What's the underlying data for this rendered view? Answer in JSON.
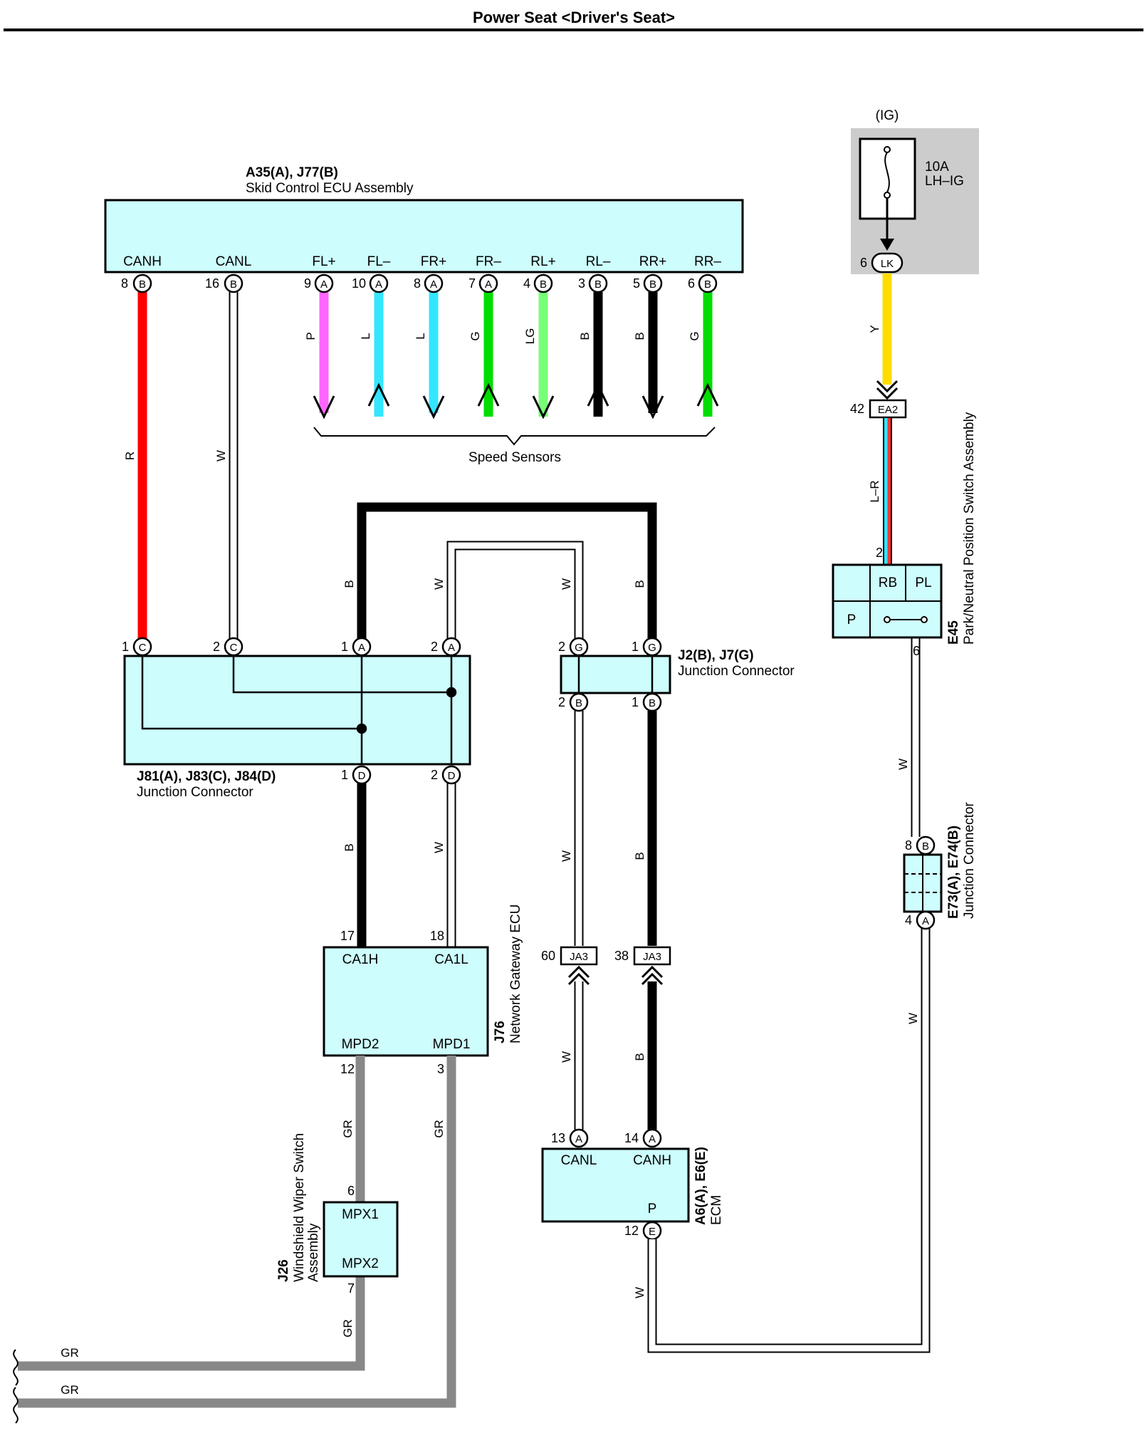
{
  "title": "Power Seat <Driver's Seat>",
  "components": {
    "skid_ecu": {
      "code": "A35(A), J77(B)",
      "name": "Skid Control ECU Assembly",
      "pins": [
        "CANH",
        "CANL",
        "FL+",
        "FL–",
        "FR+",
        "FR–",
        "RL+",
        "RL–",
        "RR+",
        "RR–"
      ],
      "pin_numbers": [
        "8",
        "16",
        "9",
        "10",
        "8",
        "7",
        "4",
        "3",
        "5",
        "6"
      ],
      "pin_connectors": [
        "B",
        "B",
        "A",
        "A",
        "A",
        "A",
        "B",
        "B",
        "B",
        "B"
      ]
    },
    "speed_sensors": "Speed Sensors",
    "fuse": {
      "supply": "(IG)",
      "rating": "10A",
      "name": "LH–IG",
      "pin": "6",
      "connector": "LK"
    },
    "ea2": {
      "pin": "42",
      "connector": "EA2"
    },
    "pnp_switch": {
      "code": "E45",
      "name": "Park/Neutral Position Switch Assembly",
      "rb": "RB",
      "pl": "PL",
      "p": "P",
      "pin_top": "2",
      "pin_bottom": "6"
    },
    "junction_j81": {
      "code": "J81(A), J83(C), J84(D)",
      "name": "Junction Connector",
      "top_pins": [
        "1",
        "2",
        "1",
        "2"
      ],
      "top_conn": [
        "C",
        "C",
        "A",
        "A"
      ],
      "bottom_pins": [
        "1",
        "2"
      ],
      "bottom_conn": [
        "D",
        "D"
      ]
    },
    "junction_j2": {
      "code": "J2(B), J7(G)",
      "name": "Junction Connector",
      "top_pins": [
        "2",
        "1"
      ],
      "top_conn": [
        "G",
        "G"
      ],
      "bottom_pins": [
        "2",
        "1"
      ],
      "bottom_conn": [
        "B",
        "B"
      ]
    },
    "junction_e73": {
      "code": "E73(A), E74(B)",
      "name": "Junction Connector",
      "pin_top": "8",
      "conn_top": "B",
      "pin_bottom": "4",
      "conn_bottom": "A"
    },
    "gateway": {
      "code": "J76",
      "name": "Network Gateway ECU",
      "ca1h": "CA1H",
      "ca1l": "CA1L",
      "mpd2": "MPD2",
      "mpd1": "MPD1",
      "pin_ca1h": "17",
      "pin_ca1l": "18",
      "pin_mpd2": "12",
      "pin_mpd1": "3"
    },
    "ja3": {
      "left_pin": "60",
      "right_pin": "38",
      "connector": "JA3"
    },
    "ecm": {
      "code": "A6(A), E6(E)",
      "name": "ECM",
      "canl": "CANL",
      "canh": "CANH",
      "p": "P",
      "pin_canl": "13",
      "pin_canh": "14",
      "pin_p": "12",
      "conn_canl": "A",
      "conn_canh": "A",
      "conn_p": "E"
    },
    "wiper": {
      "code": "J26",
      "name_line1": "Windshield Wiper Switch",
      "name_line2": "Assembly",
      "mpx1": "MPX1",
      "mpx2": "MPX2",
      "pin_top": "6",
      "pin_bottom": "7"
    }
  },
  "wire_colors": {
    "canh": "R",
    "canl": "W",
    "fl_plus": "P",
    "fl_minus": "L",
    "fr_plus": "L",
    "fr_minus": "G",
    "rl_plus": "LG",
    "rl_minus": "B",
    "rr_plus": "B",
    "rr_minus": "G",
    "fuse_out": "Y",
    "ea2_out": "L–R",
    "bus_b": "B",
    "bus_w": "W",
    "gr": "GR"
  },
  "colors": {
    "box_fill": "#cdfdfd",
    "red": "#ff0000",
    "pink": "#ff66ff",
    "cyan": "#33e6ff",
    "green": "#00dd00",
    "lightgreen": "#77ff77",
    "black": "#000000",
    "yellow": "#ffdd00",
    "gray": "#888888",
    "fuse_bg": "#cccccc"
  }
}
